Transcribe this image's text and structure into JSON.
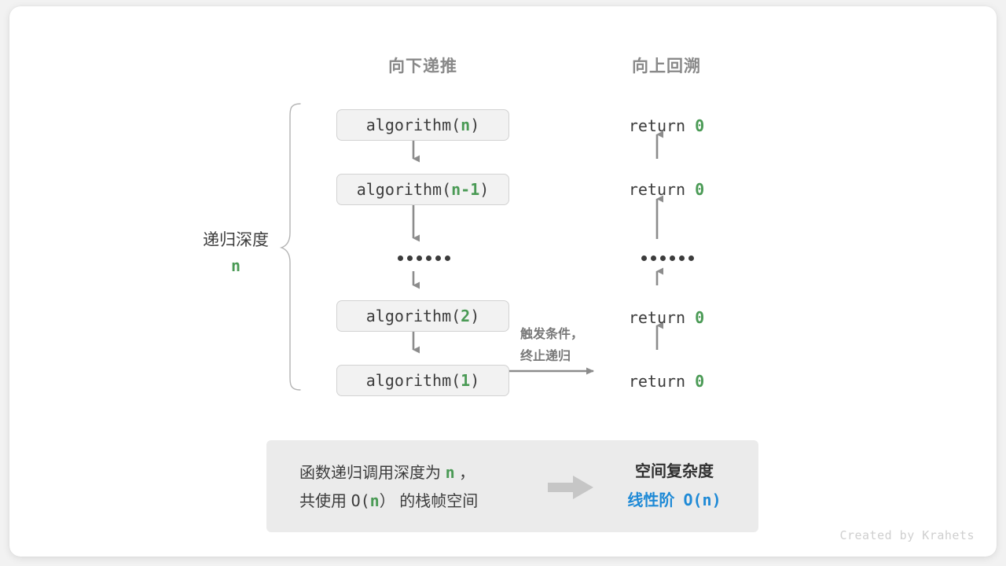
{
  "diagram": {
    "columns": {
      "down_label": "向下递推",
      "up_label": "向上回溯"
    },
    "calls": [
      {
        "prefix": "algorithm(",
        "arg": "n",
        "suffix": ")"
      },
      {
        "prefix": "algorithm(",
        "arg": "n-1",
        "suffix": ")"
      },
      {
        "prefix": "algorithm(",
        "arg": "2",
        "suffix": ")"
      },
      {
        "prefix": "algorithm(",
        "arg": "1",
        "suffix": ")"
      }
    ],
    "returns": [
      {
        "keyword": "return ",
        "value": "0"
      },
      {
        "keyword": "return ",
        "value": "0"
      },
      {
        "keyword": "return ",
        "value": "0"
      },
      {
        "keyword": "return ",
        "value": "0"
      }
    ],
    "ellipsis": "••••••",
    "depth": {
      "label": "递归深度",
      "value": "n"
    },
    "trigger_note": "触发条件，\n终止递归"
  },
  "summary": {
    "line1_pre": "函数递归调用深度为 ",
    "line1_var": "n",
    "line1_post": " ，",
    "line2_pre": "共使用 ",
    "line2_big_o_pre": "O(",
    "line2_var": "n",
    "line2_big_o_post": "）",
    "line2_post": " 的栈帧空间",
    "result_title": "空间复杂度",
    "result_value_label": "线性阶",
    "result_value_mono": "O(n)",
    "arrow_icon": "right-block-arrow"
  },
  "credit": "Created by Krahets",
  "colors": {
    "green": "#4a9a55",
    "blue": "#1f8ad6",
    "gray_text": "#3c3c3c",
    "gray_heading": "#898989",
    "box_fill": "#f2f2f2",
    "box_border": "#d2d2d2",
    "panel_fill": "#ebebeb",
    "arrow": "#8c8c8c"
  }
}
